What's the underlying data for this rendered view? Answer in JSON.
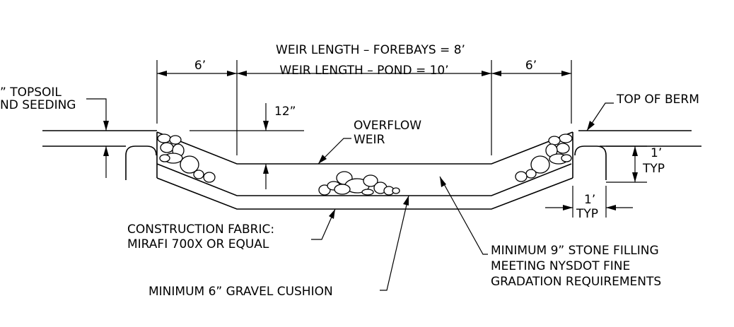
{
  "dimensions": {
    "weir_forebays": "WEIR LENGTH – FOREBAYS = 8’",
    "weir_pond": "WEIR LENGTH – POND = 10’",
    "left_offset": "6’",
    "right_offset": "6’",
    "depth": "12”",
    "typ_vertical": "1’",
    "typ_vertical_note": "TYP",
    "typ_horizontal": "1’",
    "typ_horizontal_note": "TYP"
  },
  "labels": {
    "topsoil_line1": "” TOPSOIL",
    "topsoil_line2": "ND SEEDING",
    "top_of_berm": "TOP OF BERM",
    "overflow_line1": "OVERFLOW",
    "overflow_line2": "WEIR",
    "fabric_line1": "CONSTRUCTION FABRIC:",
    "fabric_line2": "MIRAFI 700X OR EQUAL",
    "gravel": "MINIMUM 6” GRAVEL CUSHION",
    "stone_line1": "MINIMUM 9” STONE FILLING",
    "stone_line2": "MEETING NYSDOT FINE",
    "stone_line3": "GRADATION REQUIREMENTS"
  }
}
